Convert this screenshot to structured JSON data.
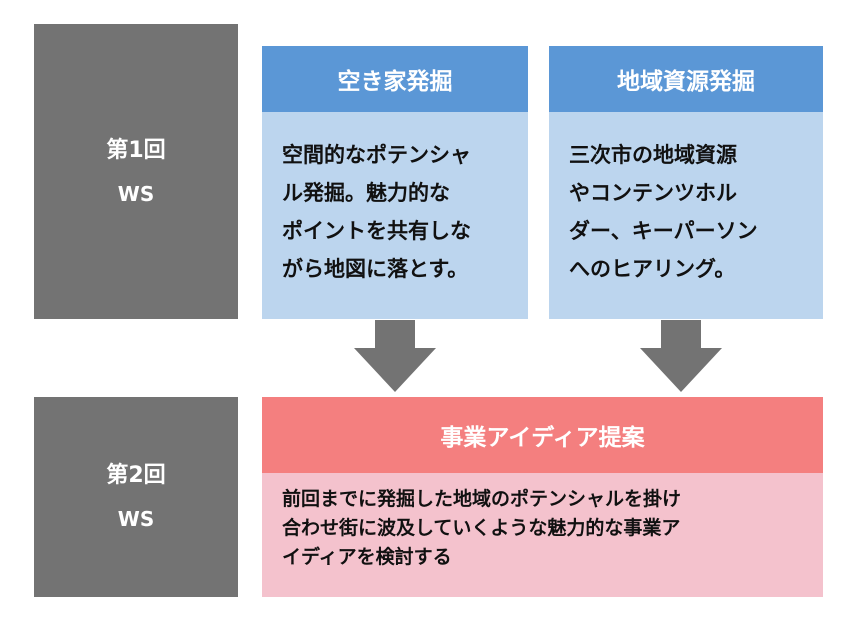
{
  "session1": {
    "number": "第1回",
    "label": "WS"
  },
  "session2": {
    "number": "第2回",
    "label": "WS"
  },
  "columns": [
    {
      "title": "空き家発掘",
      "lines": [
        "空間的なポテンシャ",
        "ル発掘。魅力的な",
        "ポイントを共有しな",
        "がら地図に落とす。"
      ]
    },
    {
      "title": "地域資源発掘",
      "lines": [
        "三次市の地域資源",
        "やコンテンツホル",
        "ダー、キーパーソン",
        "へのヒアリング。"
      ]
    }
  ],
  "proposal": {
    "title": "事業アイディア提案",
    "lines": [
      "前回までに発掘した地域のポテンシャルを掛け",
      "合わせ街に波及していくような魅力的な事業ア",
      "イディアを検討する"
    ]
  },
  "colors": {
    "session": "#737373",
    "column_head": "#5b97d6",
    "column_body": "#bcd5ee",
    "proposal_head": "#f47f7f",
    "proposal_body": "#f4c2cd",
    "arrow": "#737373"
  }
}
